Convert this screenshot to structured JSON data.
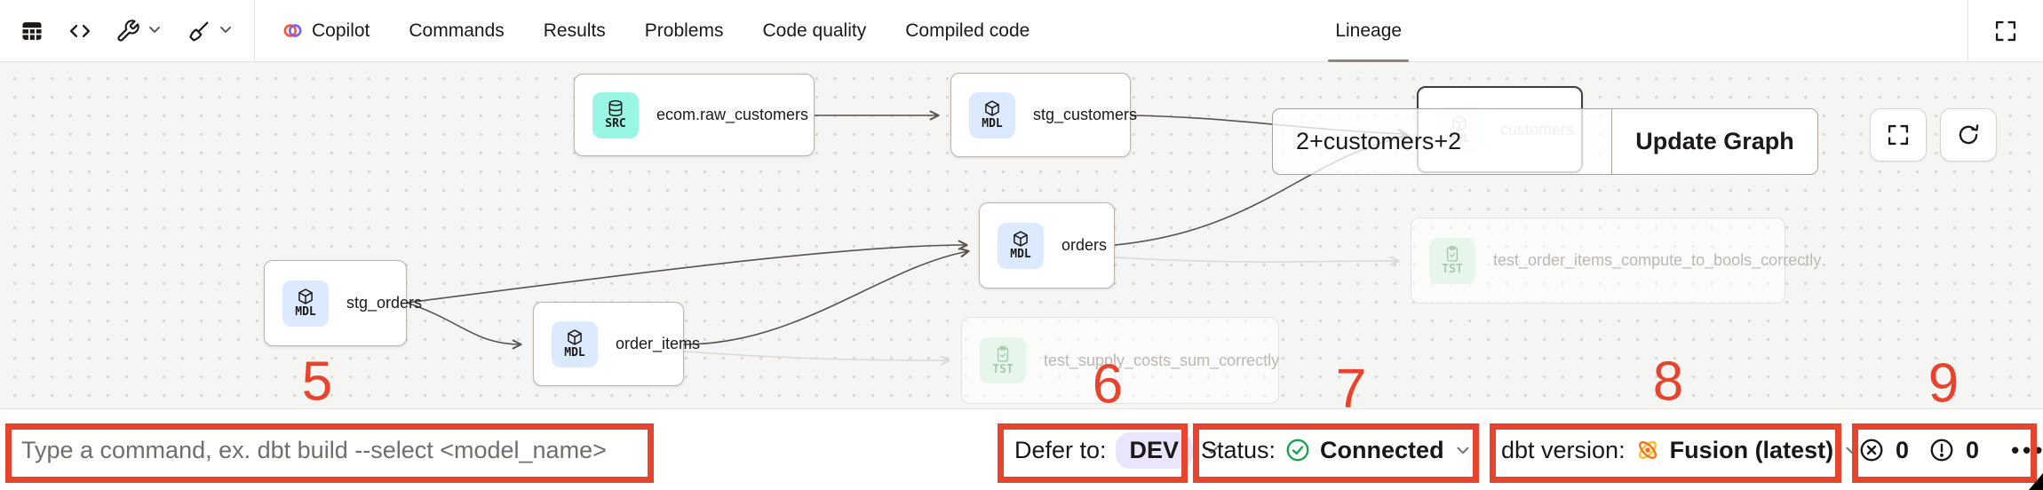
{
  "tab_bar": {
    "tool_icons": [
      {
        "name": "table-icon"
      },
      {
        "name": "code-icon"
      },
      {
        "name": "wrench-icon"
      },
      {
        "name": "broom-icon"
      }
    ],
    "tabs": [
      {
        "label": "Copilot"
      },
      {
        "label": "Commands"
      },
      {
        "label": "Results"
      },
      {
        "label": "Problems"
      },
      {
        "label": "Code quality"
      },
      {
        "label": "Compiled code"
      },
      {
        "label": "Lineage"
      }
    ],
    "active_tab": "Lineage"
  },
  "graph": {
    "nodes": [
      {
        "badge": "SRC",
        "label": "ecom.raw_customers",
        "type": "source"
      },
      {
        "badge": "MDL",
        "label": "stg_customers",
        "type": "model"
      },
      {
        "badge": "MDL",
        "label": "customers",
        "type": "model",
        "state": "selected"
      },
      {
        "badge": "MDL",
        "label": "orders",
        "type": "model"
      },
      {
        "badge": "MDL",
        "label": "stg_orders",
        "type": "model"
      },
      {
        "badge": "MDL",
        "label": "order_items",
        "type": "model"
      },
      {
        "badge": "TST",
        "label": "test_supply_costs_sum_correctly",
        "type": "test",
        "state": "faded"
      },
      {
        "badge": "TST",
        "label": "test_order_items_compute_to_bools_correctly",
        "type": "test",
        "state": "faded"
      }
    ],
    "filter": {
      "query": "2+customers+2",
      "button_label": "Update Graph"
    }
  },
  "statusbar": {
    "command_placeholder": "Type a command, ex. dbt build --select <model_name>",
    "defer": {
      "label": "Defer to:",
      "value": "DEV"
    },
    "status": {
      "label": "Status:",
      "value": "Connected"
    },
    "version": {
      "label": "dbt version:",
      "value": "Fusion (latest)"
    },
    "error_count": "0",
    "warning_count": "0",
    "more": "•••"
  },
  "annotations": {
    "marks": [
      {
        "label": "5"
      },
      {
        "label": "6"
      },
      {
        "label": "7"
      },
      {
        "label": "8"
      },
      {
        "label": "9"
      }
    ],
    "color": "#e8432d"
  },
  "colors": {
    "accent_red": "#e8432d",
    "src_badge": "#99f6e4",
    "mdl_badge": "#dbeafe",
    "tst_badge": "#dcfce7",
    "dev_pill": "#e9e5fd",
    "connected_green": "#16a34a",
    "fusion_orange": "#f97316",
    "copilot_orange": "#ff5630",
    "copilot_purple": "#7c5cfa"
  }
}
